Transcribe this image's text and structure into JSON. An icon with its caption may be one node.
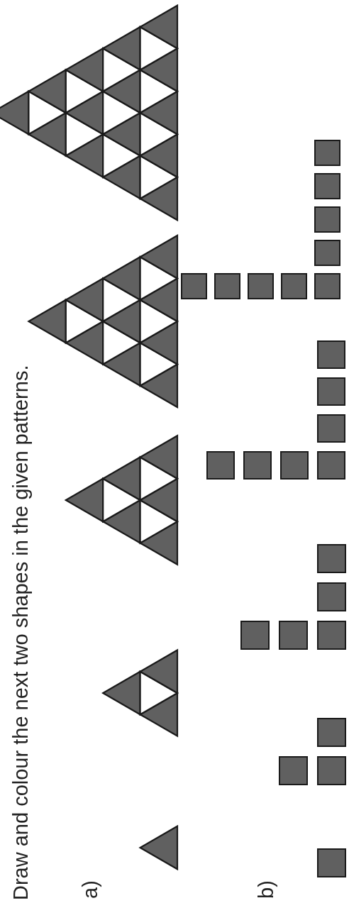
{
  "diagram": {
    "title": "Draw and colour the next two shapes in the given patterns.",
    "labels": [
      "a)",
      "b)"
    ]
  }
}
